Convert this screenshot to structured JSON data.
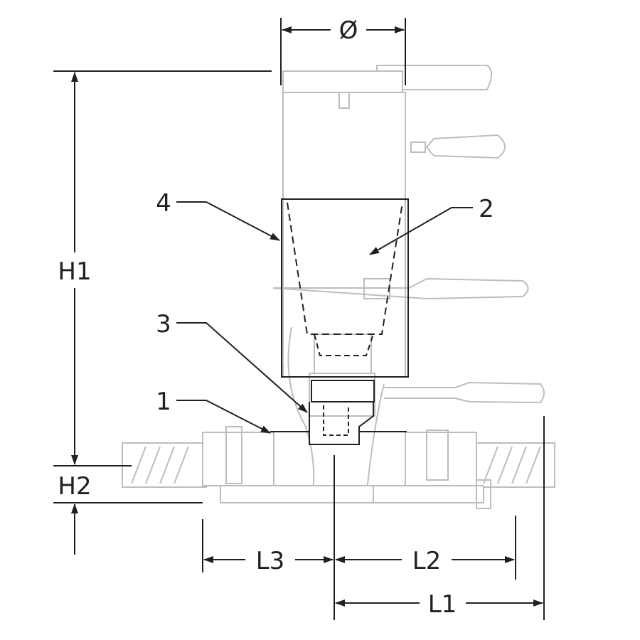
{
  "dimensions": {
    "diameter": "Ø",
    "h1": "H1",
    "h2": "H2",
    "l1": "L1",
    "l2": "L2",
    "l3": "L3"
  },
  "callouts": [
    {
      "id": "1",
      "label": "1"
    },
    {
      "id": "2",
      "label": "2"
    },
    {
      "id": "3",
      "label": "3"
    },
    {
      "id": "4",
      "label": "4"
    }
  ],
  "colors": {
    "line": "#231f20",
    "equipment": "#bdbdbd"
  }
}
